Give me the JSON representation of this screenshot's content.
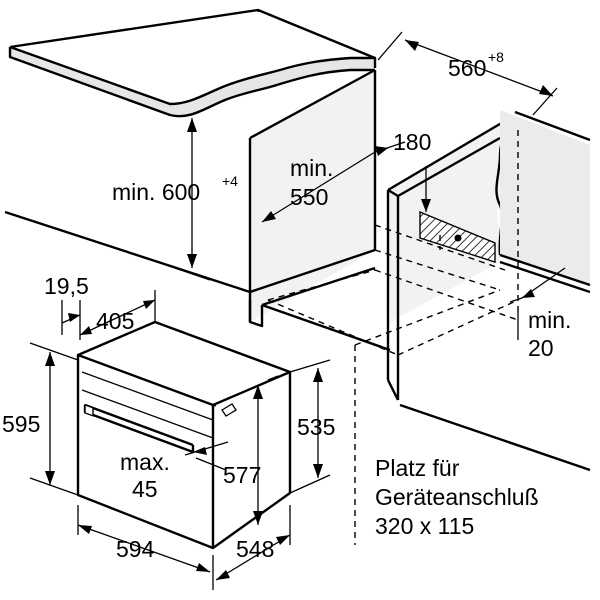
{
  "labels": {
    "niche_width": "560",
    "niche_width_tol": "+8",
    "niche_height_prefix": "min. 600",
    "niche_height_tol": "+4",
    "depth_min_1": "min.",
    "depth_min_2": "550",
    "cutout": "180",
    "back_gap_1": "min.",
    "back_gap_2": "20",
    "door_offset": "19,5",
    "side_depth": "405",
    "oven_height": "595",
    "inner_height": "535",
    "handle_1": "max.",
    "handle_2": "45",
    "front_height": "577",
    "oven_width": "594",
    "oven_depth": "548",
    "note_line1": "Platz für",
    "note_line2": "Geräteanschluß",
    "note_line3": "320 x 115"
  },
  "colors": {
    "line": "#000000",
    "worktop_fill": "#e6e6e6",
    "cabinet_fill": "#f0f0f0",
    "hatch": "#000000"
  }
}
